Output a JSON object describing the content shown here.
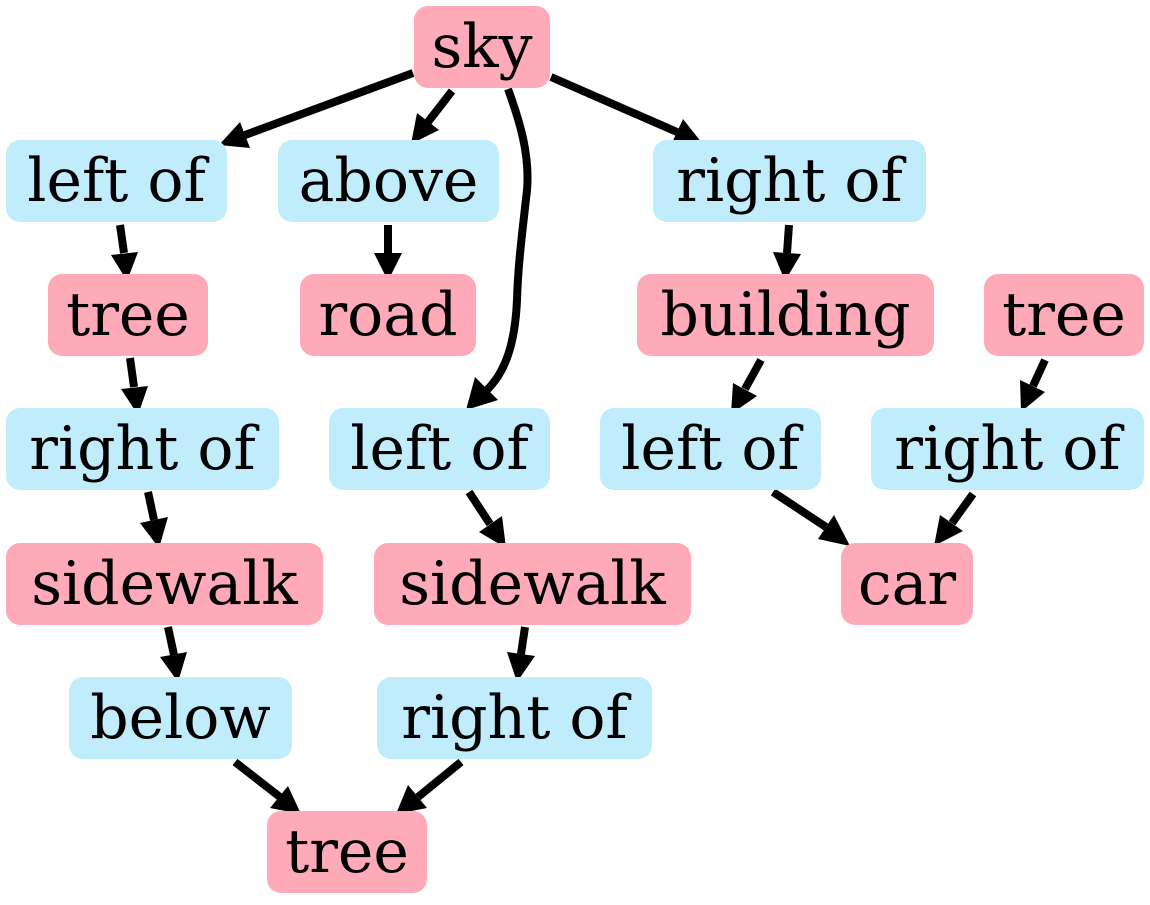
{
  "colors": {
    "object_fill": "#ffaab9",
    "relation_fill": "#c0ecfb",
    "edge": "#000000",
    "background": "#ffffff"
  },
  "nodes": {
    "sky": "sky",
    "left_of_1": "left of",
    "above": "above",
    "right_of_1": "right of",
    "tree_1": "tree",
    "road": "road",
    "building": "building",
    "tree_2": "tree",
    "right_of_2": "right of",
    "left_of_2": "left of",
    "left_of_3": "left of",
    "right_of_3": "right of",
    "sidewalk_1": "sidewalk",
    "sidewalk_2": "sidewalk",
    "car": "car",
    "below": "below",
    "right_of_4": "right of",
    "tree_3": "tree"
  },
  "edges": [
    {
      "from": "sky",
      "to": "left_of_1"
    },
    {
      "from": "sky",
      "to": "above"
    },
    {
      "from": "sky",
      "to": "left_of_2"
    },
    {
      "from": "sky",
      "to": "right_of_1"
    },
    {
      "from": "left_of_1",
      "to": "tree_1"
    },
    {
      "from": "above",
      "to": "road"
    },
    {
      "from": "right_of_1",
      "to": "building"
    },
    {
      "from": "tree_1",
      "to": "right_of_2"
    },
    {
      "from": "building",
      "to": "left_of_3"
    },
    {
      "from": "tree_2",
      "to": "right_of_3"
    },
    {
      "from": "right_of_2",
      "to": "sidewalk_1"
    },
    {
      "from": "left_of_2",
      "to": "sidewalk_2"
    },
    {
      "from": "left_of_3",
      "to": "car"
    },
    {
      "from": "right_of_3",
      "to": "car"
    },
    {
      "from": "sidewalk_1",
      "to": "below"
    },
    {
      "from": "sidewalk_2",
      "to": "right_of_4"
    },
    {
      "from": "below",
      "to": "tree_3"
    },
    {
      "from": "right_of_4",
      "to": "tree_3"
    }
  ]
}
